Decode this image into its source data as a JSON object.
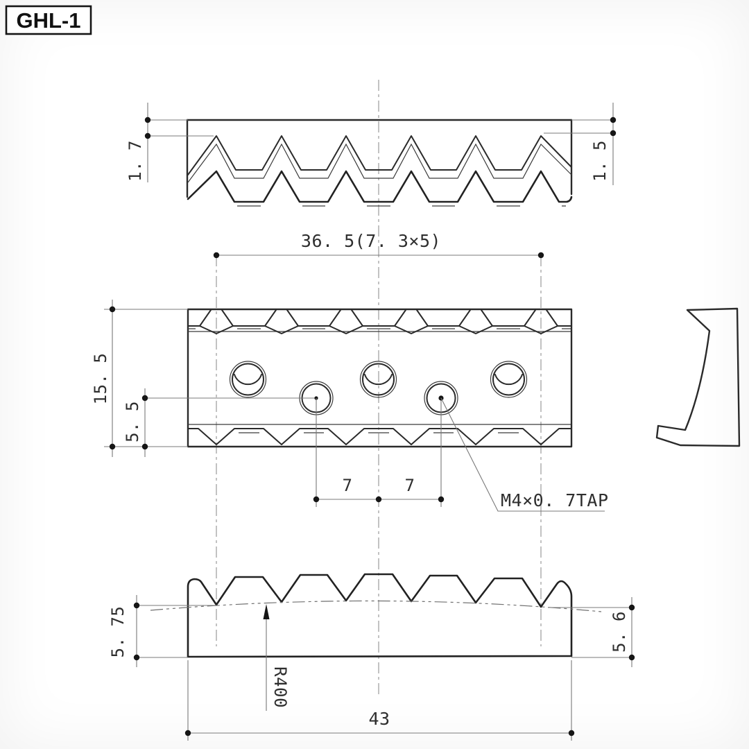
{
  "title": "GHL-1",
  "views": {
    "rear": {
      "dim_left": "1. 7",
      "dim_right": "1. 5"
    },
    "plan": {
      "dim_span": "36. 5(7. 3×5)",
      "dim_height": "15. 5",
      "dim_hole": "5. 5",
      "dim_pitch_l": "7",
      "dim_pitch_r": "7",
      "tap_note": "M4×0. 7TAP"
    },
    "front": {
      "dim_left": "5. 75",
      "dim_right": "5. 6",
      "dim_width": "43",
      "radius_note": "R400"
    }
  }
}
